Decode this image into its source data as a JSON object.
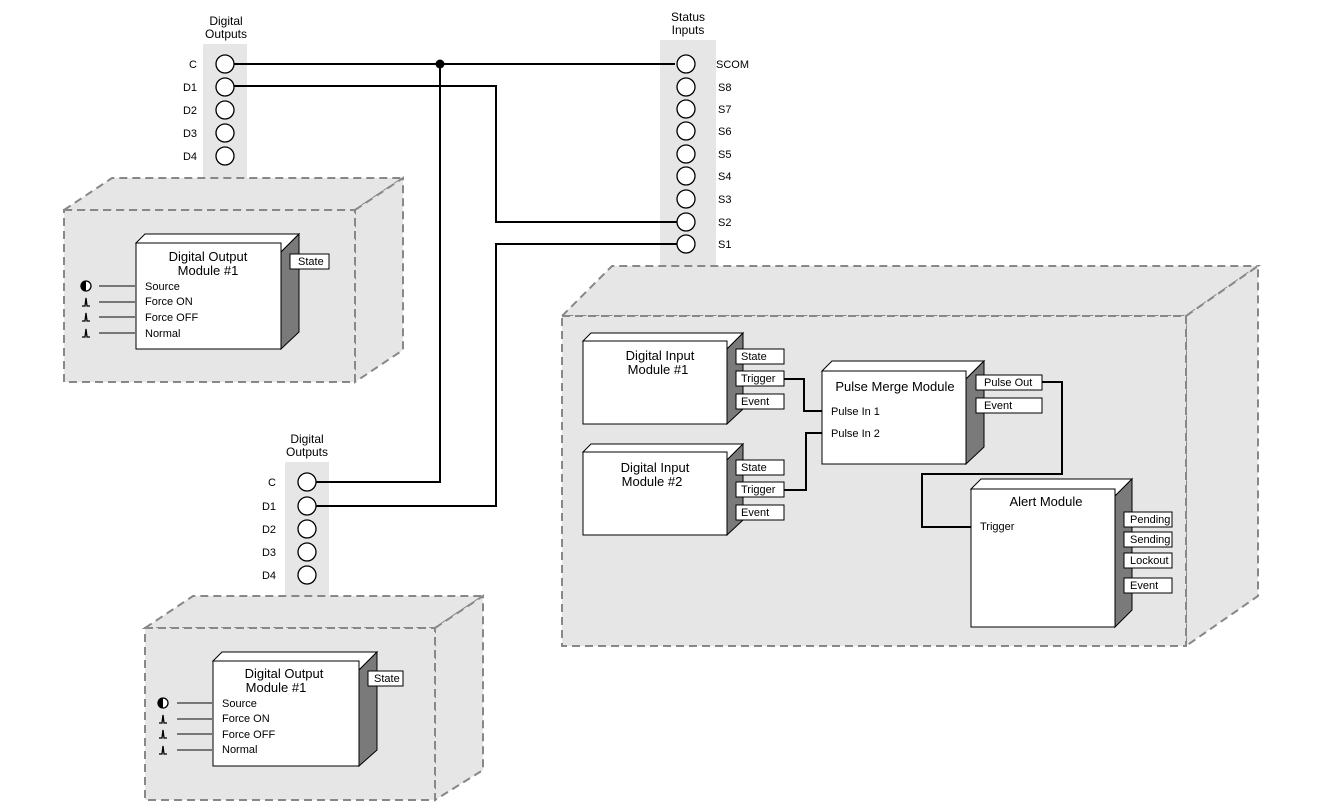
{
  "top_outputs": {
    "header": [
      "Digital",
      "Outputs"
    ],
    "terminals": [
      "C",
      "D1",
      "D2",
      "D3",
      "D4"
    ]
  },
  "bottom_outputs": {
    "header": [
      "Digital",
      "Outputs"
    ],
    "terminals": [
      "C",
      "D1",
      "D2",
      "D3",
      "D4"
    ]
  },
  "status_inputs": {
    "header": [
      "Status",
      "Inputs"
    ],
    "terminals": [
      "SCOM",
      "S8",
      "S7",
      "S6",
      "S5",
      "S4",
      "S3",
      "S2",
      "S1"
    ]
  },
  "do_module_top": {
    "title": [
      "Digital Output",
      "Module #1"
    ],
    "output": "State",
    "inputs": [
      "Source",
      "Force ON",
      "Force OFF",
      "Normal"
    ]
  },
  "do_module_bottom": {
    "title": [
      "Digital Output",
      "Module #1"
    ],
    "output": "State",
    "inputs": [
      "Source",
      "Force ON",
      "Force OFF",
      "Normal"
    ]
  },
  "di_module_1": {
    "title": [
      "Digital Input",
      "Module #1"
    ],
    "outputs": [
      "State",
      "Trigger",
      "Event"
    ]
  },
  "di_module_2": {
    "title": [
      "Digital Input",
      "Module #2"
    ],
    "outputs": [
      "State",
      "Trigger",
      "Event"
    ]
  },
  "pulse_merge": {
    "title": "Pulse Merge Module",
    "inputs": [
      "Pulse In 1",
      "Pulse In 2"
    ],
    "outputs": [
      "Pulse Out",
      "Event"
    ]
  },
  "alert": {
    "title": "Alert Module",
    "input": "Trigger",
    "outputs": [
      "Pending",
      "Sending",
      "Lockout",
      "Event"
    ]
  },
  "icons": {
    "source": "half-circle-icon",
    "pulse": "pulse-icon"
  },
  "colors": {
    "panel_fill": "#e6e6e6",
    "box_side": "#7a7a7a",
    "dash": "#888888",
    "wire": "#000000"
  }
}
